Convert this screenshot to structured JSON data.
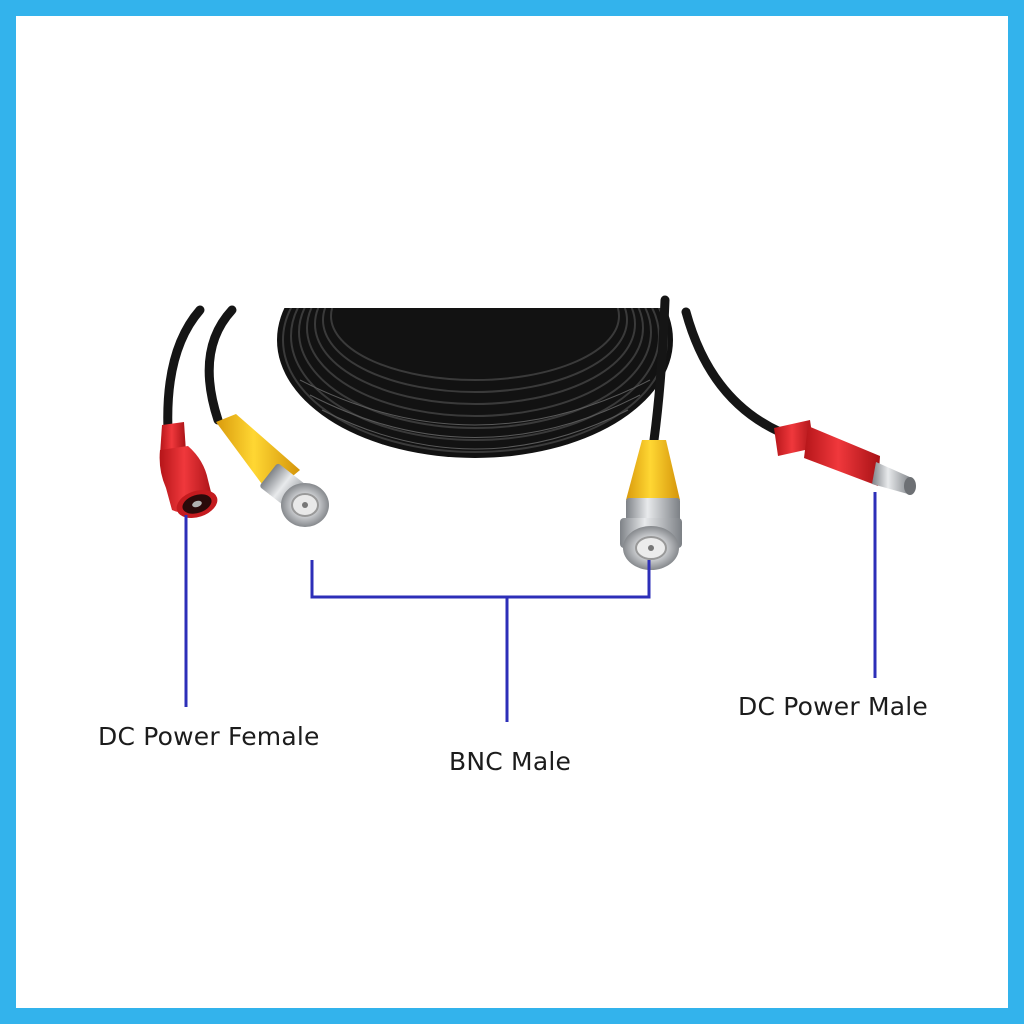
{
  "labels": {
    "dc_power_female": "DC Power Female",
    "bnc_male": "BNC Male",
    "dc_power_male": "DC Power Male"
  },
  "colors": {
    "border": "#33b3ec",
    "background": "#ffffff",
    "cable": "#151515",
    "dc_connector": "#e8262b",
    "bnc_boot": "#f3c21c",
    "bnc_metal": "#b9bcc0",
    "callout_line": "#2d2fb8",
    "label_text": "#1c1c1c"
  },
  "icons": [
    "cable-coil",
    "dc-female-connector",
    "bnc-male-connector",
    "dc-male-connector"
  ]
}
